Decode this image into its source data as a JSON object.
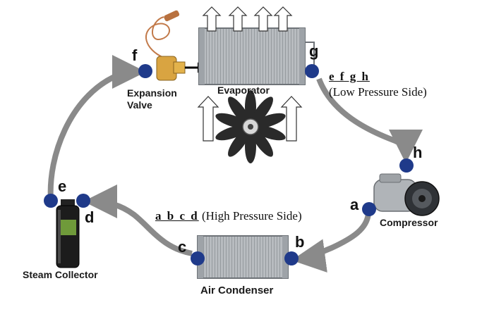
{
  "components": {
    "expansion_valve": "Expansion\nValve",
    "evaporator": "Evaporator",
    "compressor": "Compressor",
    "air_condenser": "Air Condenser",
    "steam_collector": "Steam Collector"
  },
  "points": {
    "a": "a",
    "b": "b",
    "c": "c",
    "d": "d",
    "e": "e",
    "f": "f",
    "g": "g",
    "h": "h"
  },
  "sides": {
    "high": {
      "letters": "a b c d",
      "text": "(High Pressure Side)"
    },
    "low": {
      "letters": "e f g h",
      "text": "(Low Pressure Side)"
    }
  },
  "colors": {
    "node": "#1f3a8a",
    "flow_arrow": "#8a8a8a",
    "coil": "#9a9ea3"
  }
}
